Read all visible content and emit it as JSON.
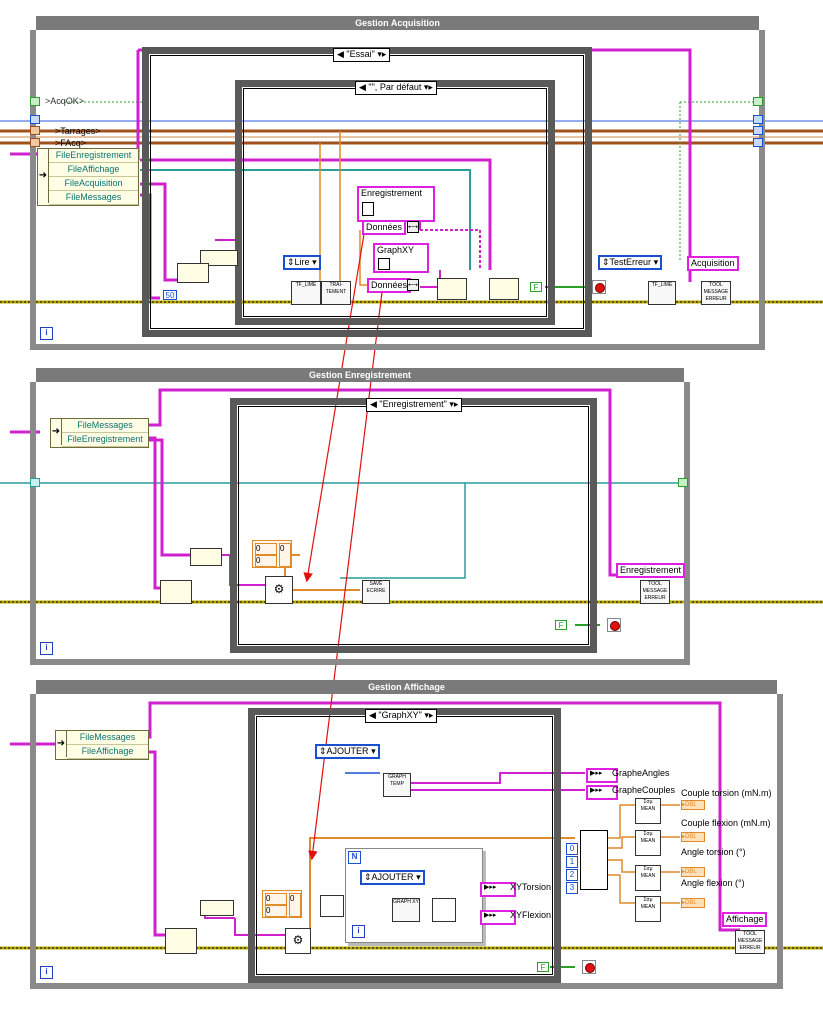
{
  "loops": [
    {
      "title": "Gestion Acquisition",
      "iteration": "i"
    },
    {
      "title": "Gestion Enregistrement",
      "iteration": "i"
    },
    {
      "title": "Gestion Affichage",
      "iteration": "i"
    }
  ],
  "acq": {
    "outer_case": "\"Essai\"",
    "inner_case": "\"\", Par défaut",
    "label_acqok": ">AcqOK>",
    "label_tarrages": ">Tarrages>",
    "label_facq": ">FAcq>",
    "bundle": [
      "FileEnregistrement",
      "FileAffichage",
      "FileAcquisition",
      "FileMessages"
    ],
    "const_50": "50",
    "lire": "Lire",
    "enregistrement": "Enregistrement",
    "donnees_1": "Données",
    "graphxy": "GraphXY",
    "donnees_2": "Données",
    "testerreur": "TestErreur",
    "acquisition": "Acquisition",
    "const_f": "F",
    "tf_lime": "TF_LIME",
    "traitement": "TRAI-TEMENT",
    "tool": "TOOL",
    "message_erreur": "MESSAGE ERREUR"
  },
  "enr": {
    "case": "\"Enregistrement\"",
    "bundle": [
      "FileMessages",
      "FileEnregistrement"
    ],
    "enregistrement": "Enregistrement",
    "save": "SAVE",
    "ecrire": "ECRIRE",
    "const_f": "F",
    "zero": "0"
  },
  "aff": {
    "case": "\"GraphXY\"",
    "bundle": [
      "FileMessages",
      "FileAffichage"
    ],
    "ajouter_1": "AJOUTER",
    "ajouter_2": "AJOUTER",
    "graph_temp": "GRAPH TEMP",
    "graph_xy": "GRAPH XY",
    "graphe_angles": "GrapheAngles",
    "graphe_couples": "GrapheCouples",
    "couple_torsion": "Couple torsion (mN.m)",
    "couple_flexion": "Couple flexion (mN.m)",
    "angle_torsion": "Angle torsion (°)",
    "angle_flexion": "Angle flexion (°)",
    "xytorsion": "XYTorsion",
    "xyflexion": "XYFlexion",
    "affichage": "Affichage",
    "mean": "MEAN",
    "n": "N",
    "idx": [
      "0",
      "1",
      "2",
      "3"
    ],
    "const_f": "F",
    "dbl": "DBL",
    "zero": "0"
  }
}
